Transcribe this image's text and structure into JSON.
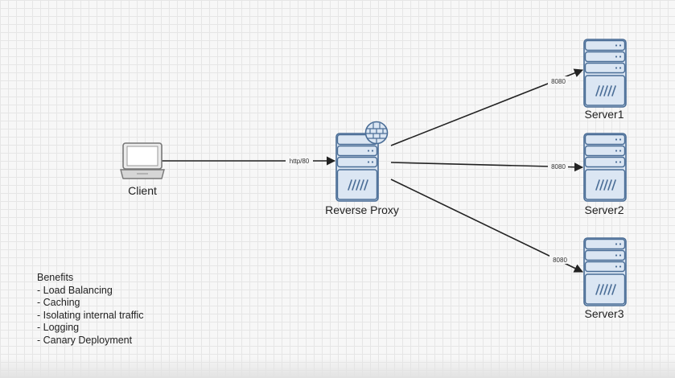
{
  "nodes": {
    "client": {
      "label": "Client"
    },
    "proxy": {
      "label": "Reverse Proxy"
    },
    "server1": {
      "label": "Server1"
    },
    "server2": {
      "label": "Server2"
    },
    "server3": {
      "label": "Server3"
    }
  },
  "edges": {
    "client_to_proxy": {
      "label": "http/80"
    },
    "proxy_to_server1": {
      "label": "8080"
    },
    "proxy_to_server2": {
      "label": "8080"
    },
    "proxy_to_server3": {
      "label": "8080"
    }
  },
  "benefits": {
    "title": "Benefits",
    "items": [
      "- Load Balancing",
      "- Caching",
      "- Isolating internal traffic",
      "- Logging",
      "- Canary Deployment"
    ]
  },
  "icons": {
    "client": "laptop-icon",
    "proxy": "server-icon",
    "firewall": "firewall-icon",
    "server": "server-icon"
  },
  "colors": {
    "server_fill": "#dbe6f3",
    "server_stroke": "#4a6d96",
    "line": "#222222"
  }
}
